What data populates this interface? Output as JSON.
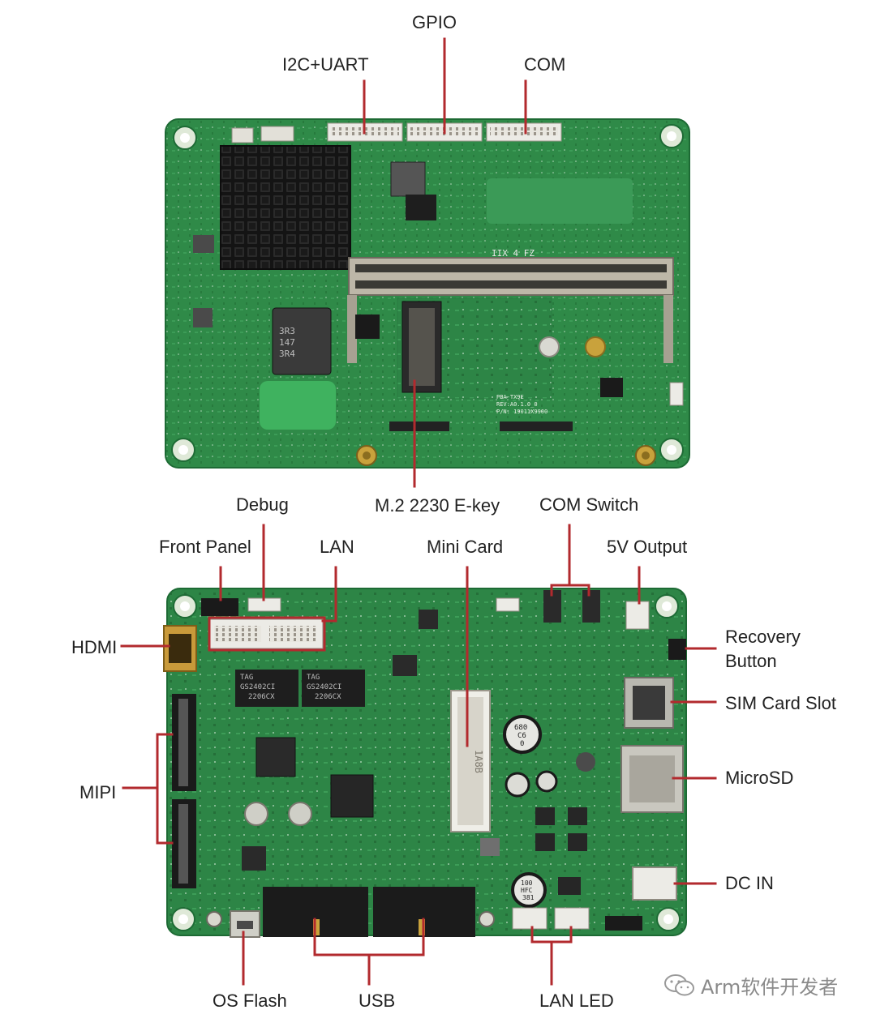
{
  "top_labels": {
    "gpio": "GPIO",
    "i2c_uart": "I2C+UART",
    "com": "COM",
    "m2": "M.2 2230 E-key"
  },
  "bottom_labels": {
    "debug": "Debug",
    "com_switch": "COM Switch",
    "front_panel": "Front Panel",
    "lan": "LAN",
    "mini_card": "Mini Card",
    "output_5v": "5V Output",
    "hdmi": "HDMI",
    "recovery_line1": "Recovery",
    "recovery_line2": "Button",
    "sim": "SIM Card Slot",
    "mipi": "MIPI",
    "microsd": "MicroSD",
    "dc_in": "DC IN",
    "os_flash": "OS Flash",
    "usb": "USB",
    "lan_led": "LAN LED"
  },
  "chip_marks": {
    "tag1_l1": "TAG",
    "tag1_l2": "GS2402CI",
    "tag1_l3": "2206CX",
    "tag2_l1": "TAG",
    "tag2_l2": "GS2402CI",
    "tag2_l3": "2206CX",
    "inductor_l1": "3R3",
    "inductor_l2": "147",
    "inductor_l3": "3R4",
    "cap1_l1": "680",
    "cap1_l2": "C6",
    "cap1_l3": "0",
    "cap2_l1": "100",
    "cap2_l2": "HFC",
    "cap2_l3": "381",
    "mini_card_mark": "1A8B",
    "dimm_mark": "IIX 4 FZ",
    "board_id_l1": "PBA-TX9E",
    "board_id_l2": "REV:A0.1.0_0",
    "board_id_l3": "P/N: 19011X9900"
  },
  "watermark": {
    "text": "Arm软件开发者",
    "icon": "wechat-icon"
  },
  "colors": {
    "pcb_green": "#2f8a48",
    "pcb_dark": "#1e6b35",
    "callout_red": "#b22a2e",
    "label_text": "#222222",
    "heatsink": "#1b1b1b",
    "gold": "#c9a23c"
  }
}
